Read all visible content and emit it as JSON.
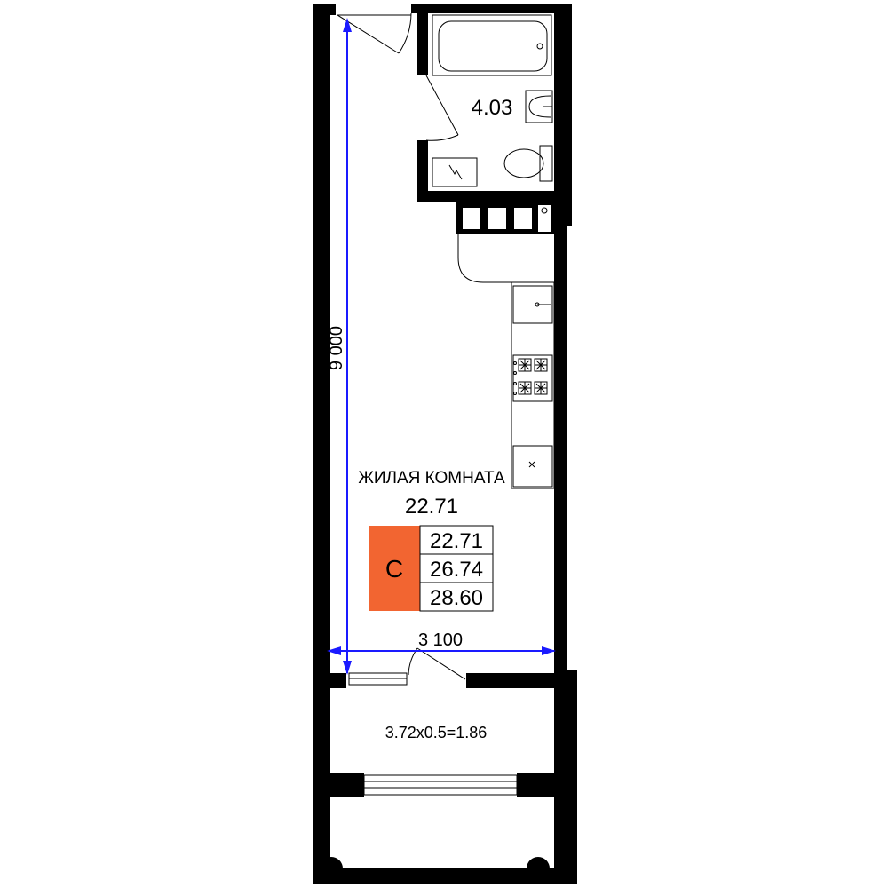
{
  "rooms": {
    "bathroom_area": "4.03",
    "living_room_label": "ЖИЛАЯ КОМНАТА",
    "living_room_area": "22.71",
    "balcony_area_formula": "3.72x0.5=1.86"
  },
  "dimensions": {
    "length": "9 000",
    "width": "3 100"
  },
  "area_legend": {
    "type_letter": "C",
    "living_area": "22.71",
    "total_area": "26.74",
    "total_with_balcony": "28.60"
  },
  "colors": {
    "wall": "#000000",
    "dimension_line": "#1a1aff",
    "type_badge": "#f26531"
  }
}
